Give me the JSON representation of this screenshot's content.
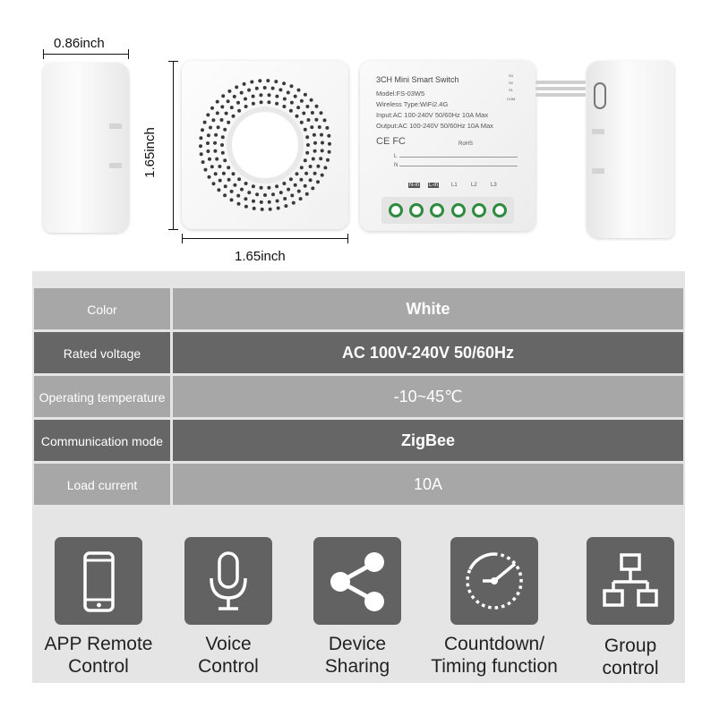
{
  "dimensions": {
    "depth": "0.86inch",
    "height": "1.65inch",
    "width": "1.65inch"
  },
  "device_label": {
    "title": "3CH Mini Smart Switch",
    "model": "Model:FS-03W5",
    "wireless": "Wireless Type:WiFi2.4G",
    "input": "Input:AC 100-240V 50/60Hz 10A Max",
    "output": "Output:AC 100-240V 50/60Hz 10A Max",
    "certs": "CE FC",
    "rohs": "RoHS",
    "terminals": [
      "L",
      "N"
    ],
    "outputs": [
      "L1",
      "L2",
      "L3"
    ],
    "inputs": [
      "N-in",
      "L-in"
    ],
    "side_pins": [
      "S3",
      "S2",
      "S1",
      "COM"
    ]
  },
  "specs": [
    {
      "label": "Color",
      "value": "White"
    },
    {
      "label": "Rated voltage",
      "value": "AC  100V-240V 50/60Hz"
    },
    {
      "label": "Operating temperature",
      "value": "-10~45℃"
    },
    {
      "label": "Communication mode",
      "value": "ZigBee"
    },
    {
      "label": "Load current",
      "value": "10A"
    }
  ],
  "features": [
    {
      "icon": "smartphone-icon",
      "line1": "APP Remote",
      "line2": "Control"
    },
    {
      "icon": "microphone-icon",
      "line1": "Voice",
      "line2": "Control"
    },
    {
      "icon": "share-icon",
      "line1": "Device",
      "line2": "Sharing"
    },
    {
      "icon": "timer-icon",
      "line1": "Countdown/",
      "line2": "Timing function"
    },
    {
      "icon": "network-icon",
      "line1": "Group",
      "line2": "control"
    }
  ],
  "colors": {
    "row_light": "#a7a7a7",
    "row_dark": "#666666",
    "tile": "#626262",
    "panel": "#e5e5e5",
    "terminal": "#2e8b3e"
  }
}
